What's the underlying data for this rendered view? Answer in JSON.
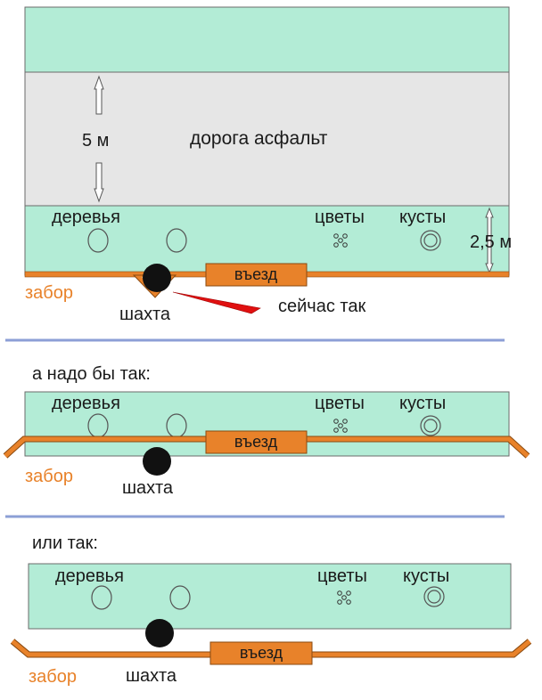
{
  "colors": {
    "green": "#b3ecd6",
    "road": "#e6e6e6",
    "fence": "#e8822a",
    "separator": "#8c9fd6",
    "arrow_red": "#e01010",
    "shaft": "#111111"
  },
  "top": {
    "road_label": "дорога асфальт",
    "width_label": "5 м",
    "strip_width_label": "2,5 м",
    "trees_label": "деревья",
    "flowers_label": "цветы",
    "bushes_label": "кусты",
    "entrance_label": "въезд",
    "fence_label": "забор",
    "shaft_label": "шахта",
    "current_label": "сейчас так"
  },
  "middle": {
    "caption": "а надо бы так:",
    "trees_label": "деревья",
    "flowers_label": "цветы",
    "bushes_label": "кусты",
    "entrance_label": "въезд",
    "fence_label": "забор",
    "shaft_label": "шахта"
  },
  "bottom": {
    "caption": "или так:",
    "trees_label": "деревья",
    "flowers_label": "цветы",
    "bushes_label": "кусты",
    "entrance_label": "въезд",
    "fence_label": "забор",
    "shaft_label": "шахта"
  }
}
